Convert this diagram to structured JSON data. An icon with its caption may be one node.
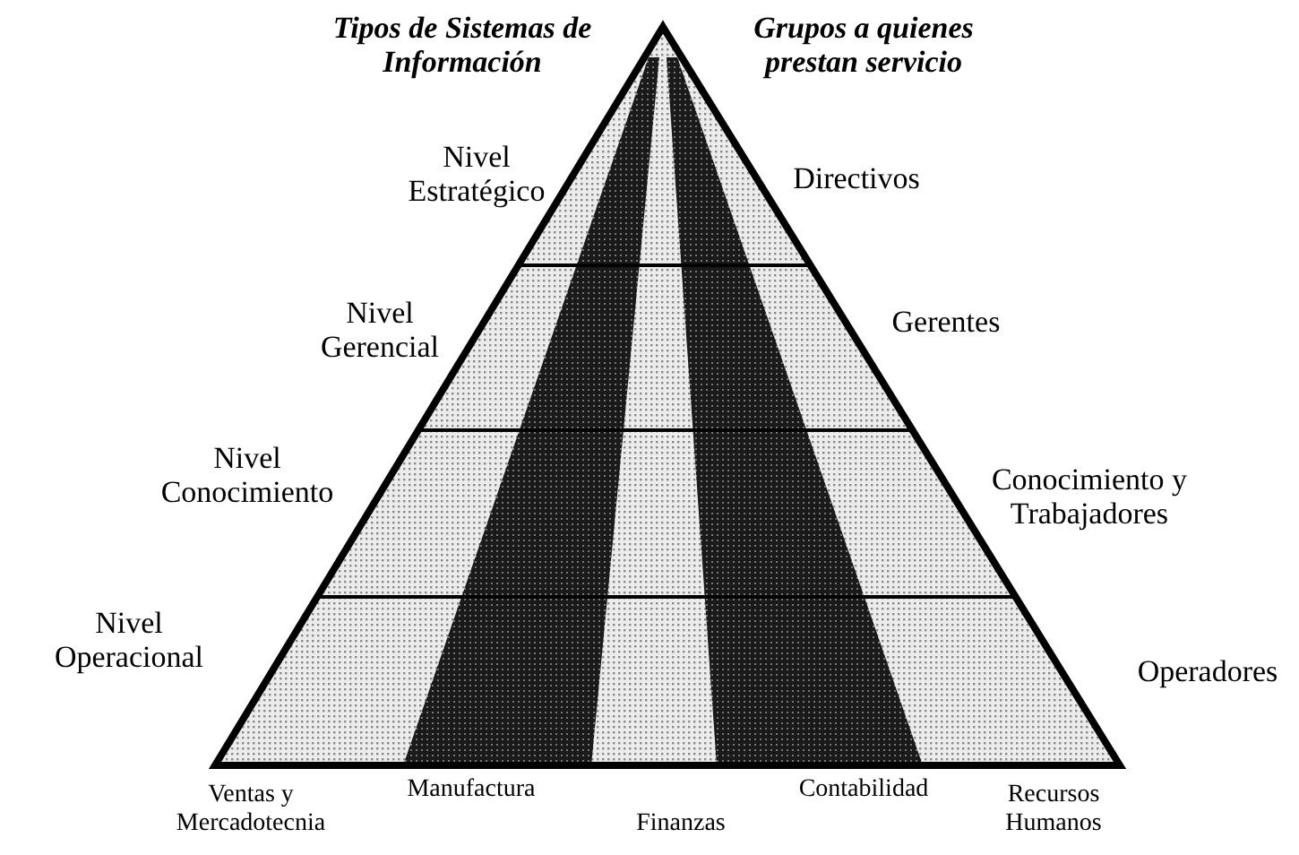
{
  "diagram": {
    "labels": [
      "Tipos de Sistemas de Información",
      "Grupos a quienes prestan servicio",
      "Nivel Estratégico",
      "Directivos",
      "Nivel Gerencial",
      "Gerentes",
      "Nivel Conocimiento",
      "Conocimiento y Trabajadores",
      "Nivel Operacional",
      "Operadores",
      "Ventas y Mercadotecnia",
      "Manufactura",
      "Contabilidad",
      "Recursos Humanos",
      "Finanzas"
    ]
  }
}
